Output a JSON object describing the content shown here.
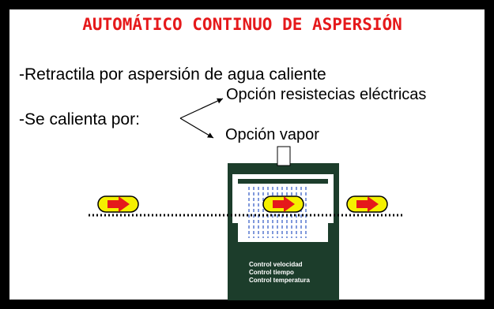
{
  "title": "AUTOMÁTICO CONTINUO DE ASPERSIÓN",
  "lines": {
    "retractila": "-Retractila por aspersión de agua caliente",
    "calienta": "-Se calienta por:"
  },
  "options": {
    "resistencias": "Opción resistecias eléctricas",
    "vapor": "Opción vapor"
  },
  "machine": {
    "controls": [
      "Control velocidad",
      "Control tiempo",
      "Control temperatura"
    ]
  },
  "colors": {
    "title": "#e5191b",
    "border": "#000000",
    "package_fill": "#f5f000",
    "arrow": "#e5191b",
    "spray": "#3b62c8",
    "machine_body": "#1c3d2b"
  }
}
